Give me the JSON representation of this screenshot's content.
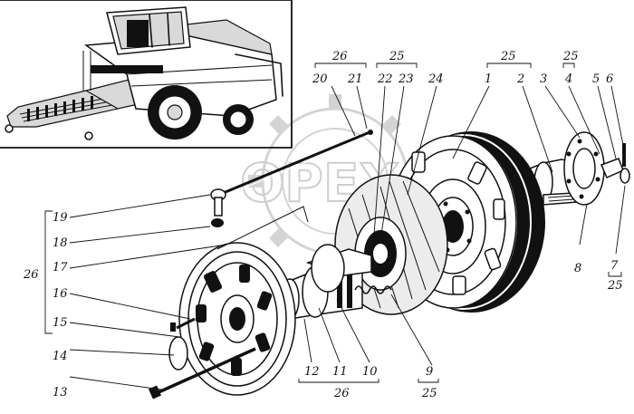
{
  "watermark": {
    "text": "OPEX"
  },
  "inset": {
    "description_icon": "combine-harvester-illustration"
  },
  "callouts": {
    "c1": "1",
    "c2": "2",
    "c3": "3",
    "c4": "4",
    "c5": "5",
    "c6": "6",
    "c7": "7",
    "c8": "8",
    "c9": "9",
    "c10": "10",
    "c11": "11",
    "c12": "12",
    "c13": "13",
    "c14": "14",
    "c15": "15",
    "c16": "16",
    "c17": "17",
    "c18": "18",
    "c19": "19",
    "c20": "20",
    "c21": "21",
    "c22": "22",
    "c23": "23",
    "c24": "24"
  },
  "groups": {
    "g26_top": "26",
    "g25_a": "25",
    "g25_b": "25",
    "g25_c": "25",
    "g26_left": "26",
    "g26_bottom": "26",
    "g25_bottom_9": "25",
    "g25_bottom_7": "25"
  }
}
